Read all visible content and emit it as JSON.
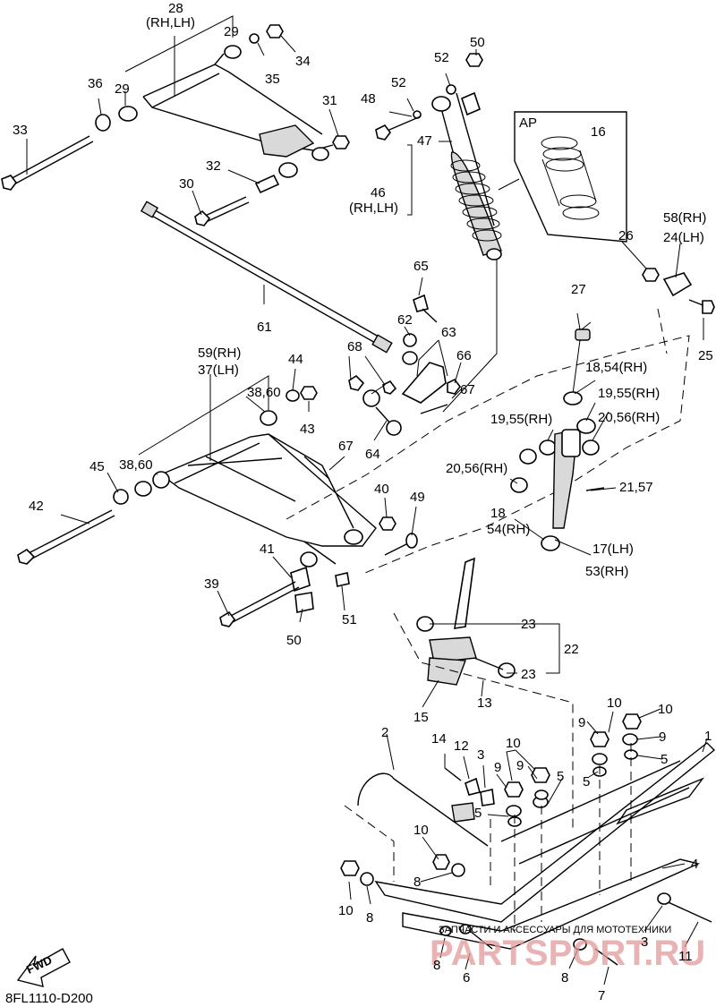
{
  "diagram_code": "8FL1110-D200",
  "direction_label": "FWD",
  "watermark_small": "ЗАПЧАСТИ И АКСЕССУАРЫ ДЛЯ МОТОТЕХНИКИ",
  "watermark_large": "PARTSPORT.RU",
  "assembly_labels": {
    "l28": "28",
    "l28s": "(RH,LH)",
    "l59": "59(RH)",
    "l37": "37(LH)",
    "l46": "46",
    "l46s": "(RH,LH)",
    "l58": "58(RH)",
    "l24": "24(LH)",
    "l17": "17(LH)",
    "l53": "53(RH)",
    "ap": "AP"
  },
  "callouts": {
    "c1": "1",
    "c2": "2",
    "c3a": "3",
    "c3b": "3",
    "c4": "4",
    "c5a": "5",
    "c5b": "5",
    "c5c": "5",
    "c5d": "5",
    "c6": "6",
    "c7": "7",
    "c8a": "8",
    "c8b": "8",
    "c8c": "8",
    "c9a": "9",
    "c9b": "9",
    "c9c": "9",
    "c10a": "10",
    "c10b": "10",
    "c10c": "10",
    "c10d": "10",
    "c10e": "10",
    "c11": "11",
    "c12": "12",
    "c13": "13",
    "c14": "14",
    "c15": "15",
    "c16": "16",
    "c18": "18",
    "c18b": "18,54(RH)",
    "c54": "54(RH)",
    "c19a": "19,55(RH)",
    "c19b": "19,55(RH)",
    "c20a": "20,56(RH)",
    "c20b": "20,56(RH)",
    "c21": "21,57",
    "c22": "22",
    "c23a": "23",
    "c23b": "23",
    "c25": "25",
    "c26": "26",
    "c27": "27",
    "c29a": "29",
    "c29b": "29",
    "c30": "30",
    "c31": "31",
    "c32": "32",
    "c33": "33",
    "c34": "34",
    "c35": "35",
    "c36": "36",
    "c38a": "38,60",
    "c38b": "38,60",
    "c39": "39",
    "c40": "40",
    "c41": "41",
    "c42": "42",
    "c43": "43",
    "c44": "44",
    "c45": "45",
    "c47": "47",
    "c48": "48",
    "c49": "49",
    "c50a": "50",
    "c50b": "50",
    "c51": "51",
    "c52a": "52",
    "c52b": "52",
    "c61": "61",
    "c62": "62",
    "c63": "63",
    "c64": "64",
    "c65": "65",
    "c66": "66",
    "c67a": "67",
    "c67b": "67",
    "c68": "68"
  }
}
